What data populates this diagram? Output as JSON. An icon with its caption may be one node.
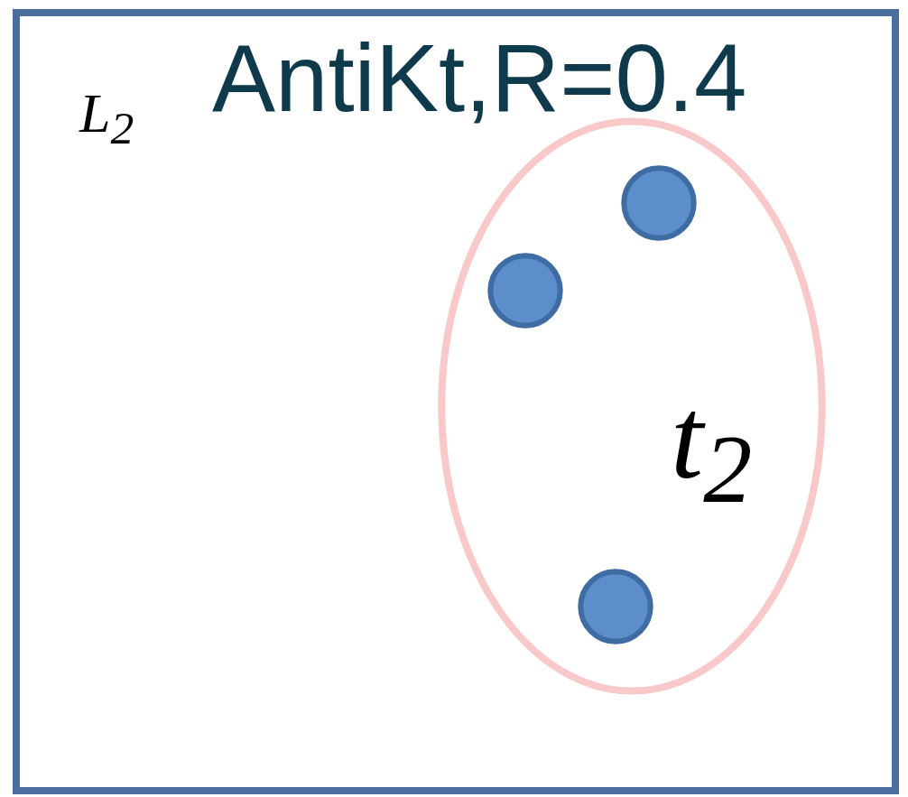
{
  "diagram": {
    "nodes": [
      {
        "text": [
          "L$_{2}$",
          "AntiKt,R=0.4"
        ]
      },
      {
        "text": [
          "t$_{2}$"
        ],
        "in": 0
      },
      {
        "text": [],
        "shape": "circle",
        "in": 1
      },
      {
        "text": [],
        "shape": "circle",
        "in": 1
      },
      {
        "text": [],
        "shape": "circle",
        "in": 1
      }
    ]
  }
}
